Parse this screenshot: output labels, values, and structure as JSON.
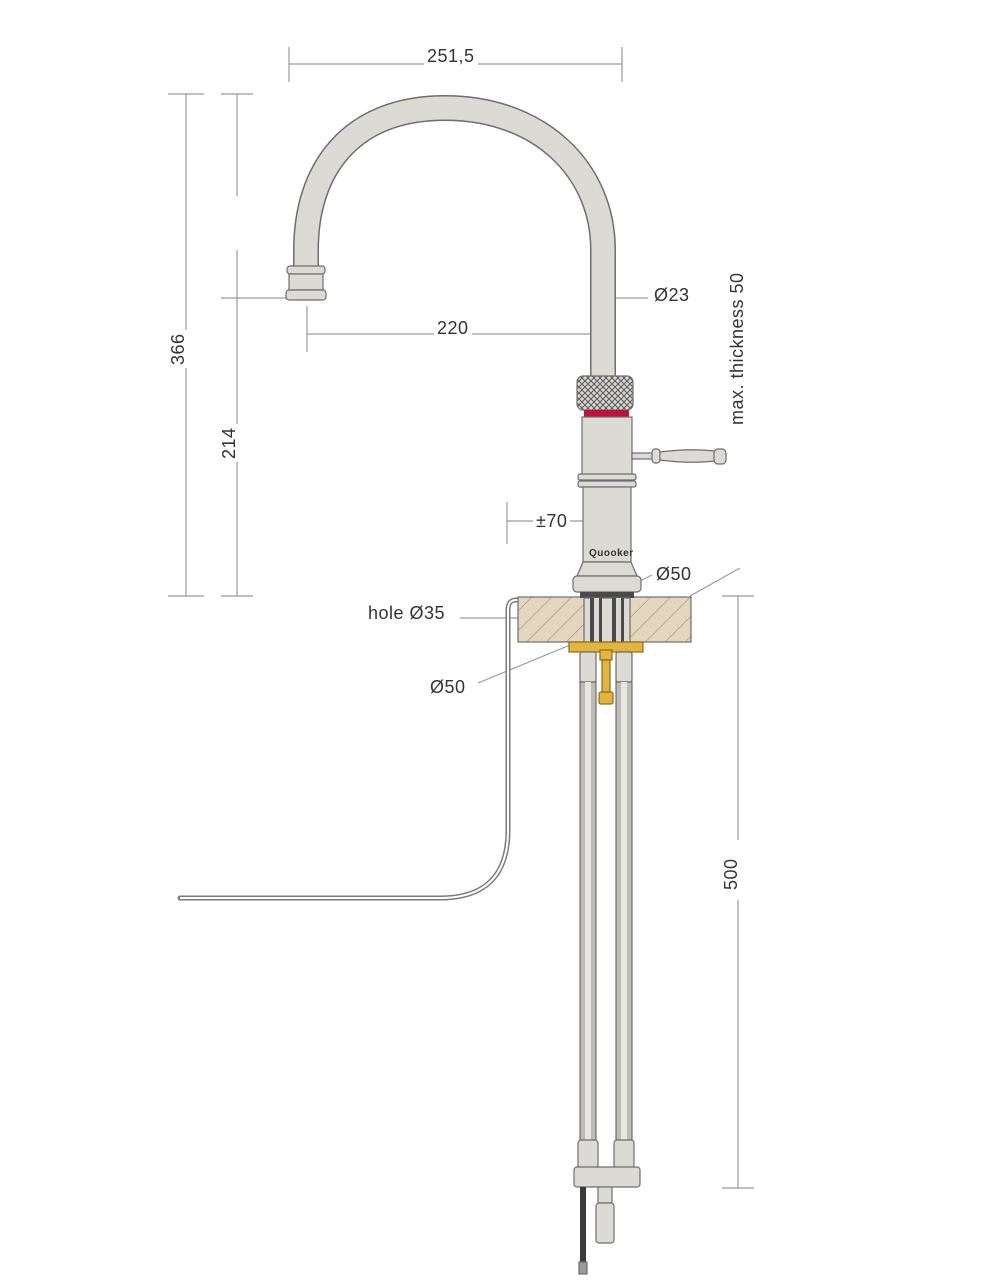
{
  "dimensions": {
    "top_width": "251,5",
    "total_height": "366",
    "spout_height": "214",
    "spout_reach": "220",
    "tube_diameter": "Ø23",
    "max_thickness": "max. thickness 50",
    "adjust_range": "±70",
    "base_diameter": "Ø50",
    "hole": "hole Ø35",
    "nut_diameter": "Ø50",
    "hose_length": "500"
  },
  "brand": "Quooker",
  "colors": {
    "tap_fill": "#dcdad5",
    "tap_stroke": "#6e6e6e",
    "red_ring": "#c0123a",
    "worktop": "#e3d6bf",
    "brass": "#e3b53c",
    "dim_line": "#9a9a9a"
  }
}
